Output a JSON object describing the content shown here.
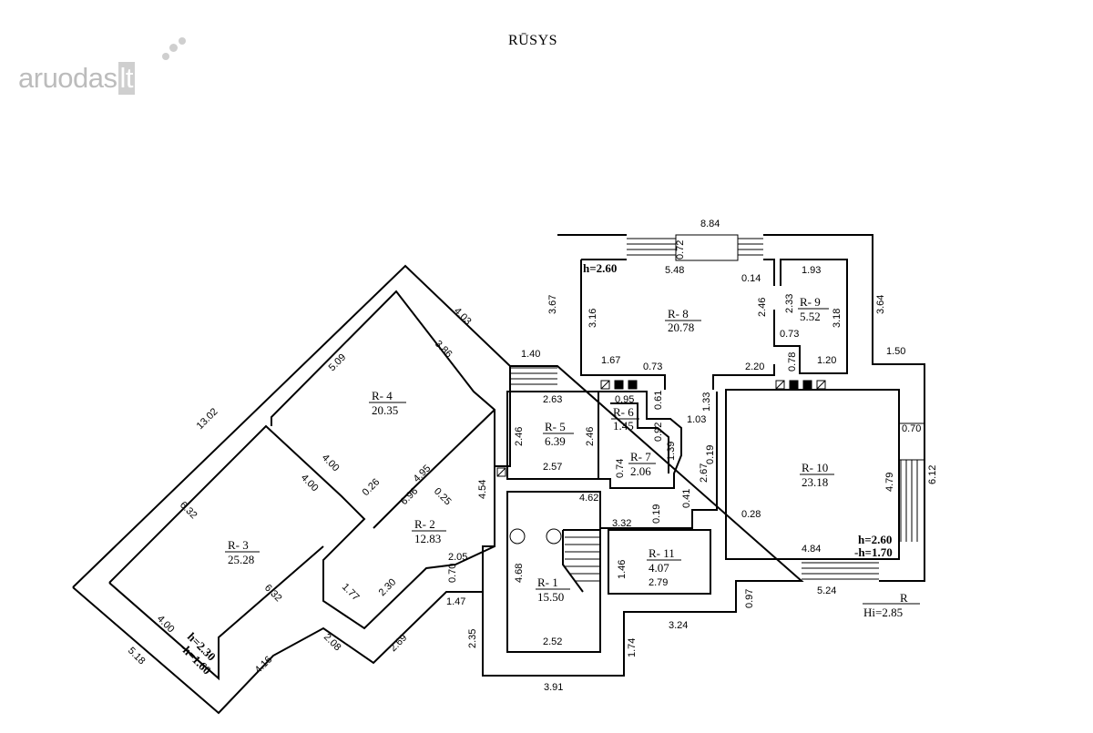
{
  "title": "RŪSYS",
  "logo": {
    "text": "aruodas",
    "suffix": "lt",
    "color": "#bcbcbc"
  },
  "rooms": [
    {
      "id": "R- 1",
      "area": "15.50"
    },
    {
      "id": "R- 2",
      "area": "12.83"
    },
    {
      "id": "R- 3",
      "area": "25.28"
    },
    {
      "id": "R- 4",
      "area": "20.35"
    },
    {
      "id": "R- 5",
      "area": "6.39"
    },
    {
      "id": "R- 6",
      "area": "1.45"
    },
    {
      "id": "R- 7",
      "area": "2.06"
    },
    {
      "id": "R- 8",
      "area": "20.78"
    },
    {
      "id": "R- 9",
      "area": "5.52"
    },
    {
      "id": "R- 10",
      "area": "23.18"
    },
    {
      "id": "R- 11",
      "area": "4.07"
    }
  ],
  "heights": {
    "h8": "h=2.60",
    "h10a": "h=2.60",
    "h10b": "-h=1.70",
    "h3a": "h=2.30",
    "h3b": "-h=1.60",
    "legend_r": "R",
    "legend_hi": "Hi=2.85"
  },
  "dims": {
    "d884": "8.84",
    "d072": "0.72",
    "d548": "5.48",
    "d014": "0.14",
    "d193": "1.93",
    "d367": "3.67",
    "d364": "3.64",
    "d316": "3.16",
    "d246a": "2.46",
    "d233": "2.33",
    "d318": "3.18",
    "d073a": "0.73",
    "d150": "1.50",
    "d140": "1.40",
    "d167": "1.67",
    "d073b": "0.73",
    "d220": "2.20",
    "d078": "0.78",
    "d120": "1.20",
    "d403": "4.03",
    "d509": "5.09",
    "d386": "3.86",
    "d263": "2.63",
    "d095": "0.95",
    "d061": "0.61",
    "d133": "1.33",
    "d103": "1.03",
    "d070": "0.70",
    "d1302": "13.02",
    "d246b": "2.46",
    "d246c": "2.46",
    "d092": "0.92",
    "d139": "1.39",
    "d019a": "0.19",
    "d479": "4.79",
    "d612": "6.12",
    "d400a": "4.00",
    "d495": "4.95",
    "d257": "2.57",
    "d074": "0.74",
    "d267": "2.67",
    "d400b": "4.00",
    "d026": "0.26",
    "d696": "6.96",
    "d025": "0.25",
    "d454": "4.54",
    "d462": "4.62",
    "d041": "0.41",
    "d632a": "6.32",
    "d019b": "0.19",
    "d332": "3.32",
    "d028": "0.28",
    "d205": "2.05",
    "d468": "4.68",
    "d146": "1.46",
    "d279": "2.79",
    "d484": "4.84",
    "d070b": "0.70",
    "d524": "5.24",
    "d177": "1.77",
    "d230": "2.30",
    "d632b": "6.32",
    "d147": "1.47",
    "d097": "0.97",
    "d400c": "4.00",
    "d324": "3.24",
    "d269": "2.69",
    "d208": "2.08",
    "d235": "2.35",
    "d252": "2.52",
    "d174": "1.74",
    "d518": "5.18",
    "d416": "4.16",
    "d391": "3.91"
  }
}
